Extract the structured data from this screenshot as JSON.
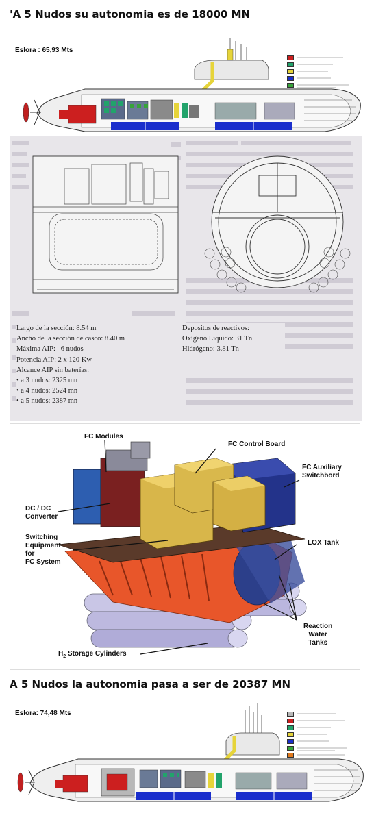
{
  "sections": {
    "top": {
      "heading": "'A 5 Nudos su autonomia es de 18000 MN",
      "eslora": "Eslora : 65,93 Mts"
    },
    "bottom": {
      "heading": "A 5 Nudos la autonomia pasa a ser de 20387 MN",
      "eslora": "Eslora: 74,48 Mts"
    }
  },
  "legend_colors": {
    "engine_red": "#cc1f1f",
    "fuel_green": "#22a36b",
    "diesel_yellow": "#e6d43a",
    "battery_blue": "#1a2ecc",
    "aux_green": "#37a33a",
    "aux_orange": "#e07a1e",
    "aip_grey": "#b8b8b8"
  },
  "aip_section": {
    "specs_left": [
      "Largo de la sección: 8.54 m",
      "Ancho de la sección de casco: 8.40 m",
      "Máxima AIP:   6 nudos",
      "Potencia AIP: 2 x 120 Kw",
      "Alcance AIP sin baterías:",
      "• a 3 nudos: 2325 mn",
      "• a 4 nudos: 2524 mn",
      "• a 5 nudos: 2387 mn"
    ],
    "specs_right": [
      "Depositos de reactivos:",
      "Oxígeno Líquido: 31 Tn",
      "Hidrógeno: 3.81 Tn"
    ]
  },
  "fc_diagram": {
    "labels": {
      "fc_modules": "FC Modules",
      "fc_control_board": "FC Control Board",
      "fc_aux_switchboard_1": "FC Auxiliary",
      "fc_aux_switchboard_2": "Switchbord",
      "dc_converter_1": "DC / DC",
      "dc_converter_2": "Converter",
      "switching_1": "Switching",
      "switching_2": "Equipment",
      "switching_3": "for",
      "switching_4": "FC System",
      "lox_tank": "LOX Tank",
      "reaction_1": "Reaction",
      "reaction_2": "Water",
      "reaction_3": "Tanks",
      "h2_prefix": "H",
      "h2_sub": "2",
      "h2_suffix": " Storage Cylinders"
    }
  }
}
